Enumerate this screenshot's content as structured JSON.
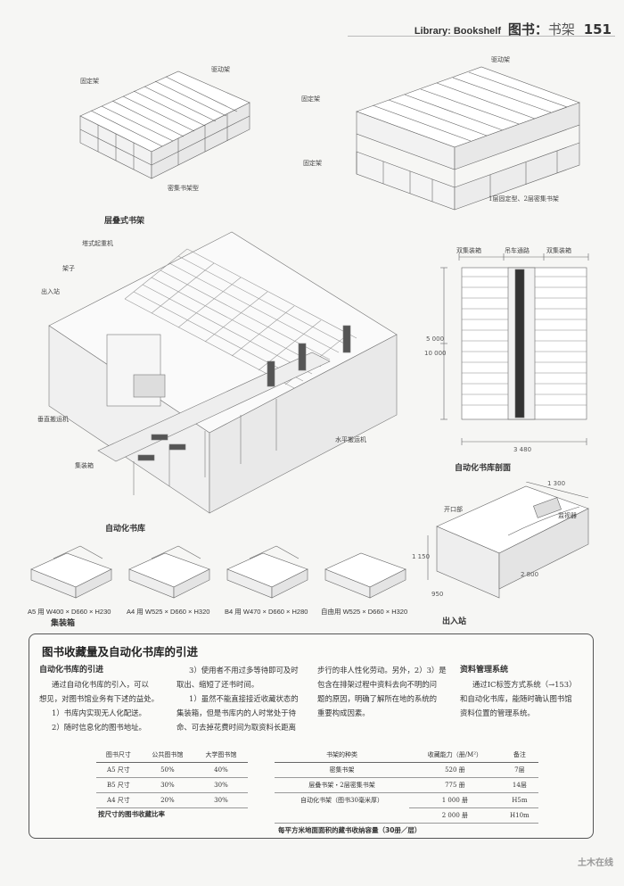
{
  "header": {
    "en": "Library: Bookshelf",
    "cn_bold": "图书：",
    "cn": "书架",
    "page": "151"
  },
  "top": {
    "left_labels": {
      "fixed": "固定架",
      "drive": "驱动架",
      "caption": "密集书架型"
    },
    "right_labels": {
      "fixed_top": "固定架",
      "drive": "驱动架",
      "fixed_bottom": "固定架",
      "caption": "1层固定型、2层密集书架"
    },
    "title": "层叠式书架"
  },
  "auto": {
    "labels": {
      "crane": "塔式起重机",
      "rack": "架子",
      "port": "出入站",
      "vertical": "垂直搬运机",
      "horizontal": "水平搬运机",
      "container": "集装箱"
    },
    "title": "自动化书库"
  },
  "section": {
    "top_labels": [
      "双集装箱",
      "吊车通路",
      "双集装箱"
    ],
    "dim_h1": "5 000",
    "dim_h2": "10 000",
    "dim_w": "3 480",
    "title": "自动化书库剖面"
  },
  "containers": {
    "items": [
      {
        "prefix": "A5 用",
        "size": "W400 × D660 × H230"
      },
      {
        "prefix": "A4 用",
        "size": "W525 × D660 × H320"
      },
      {
        "prefix": "B4 用",
        "size": "W470 × D660 × H280"
      },
      {
        "prefix": "自由用",
        "size": "W525 × D660 × H320"
      }
    ],
    "title": "集装箱"
  },
  "station": {
    "labels": {
      "opening": "开口部",
      "monitor": "监视器"
    },
    "dims": {
      "top": "1 300",
      "height": "1 150",
      "width": "2 800",
      "depth": "950"
    },
    "title": "出入站"
  },
  "article": {
    "title": "图书收藏量及自动化书库的引进",
    "col1": {
      "heading": "自动化书库的引进",
      "lines": [
        "通过自动化书库的引入，可以",
        "想见，对图书馆业务有下述的益处。",
        "1）书库内实现无人化配送。",
        "2）随时信息化的图书地址。"
      ]
    },
    "col2": {
      "lines": [
        "3）使用者不用过多等待即可及时",
        "取出、缩短了还书时间。",
        "1）虽然不能直接接近收藏状态的",
        "集装箱，但是书库内的人时常处于待",
        "命、可去掉花费时间为取资料长距离"
      ]
    },
    "col3": {
      "lines": [
        "步行的非人性化劳动。另外，2）3）是",
        "包含在排架过程中资料去向不明的问",
        "题的原因，明确了解所在地的系统的",
        "重要构成因素。"
      ]
    },
    "col4": {
      "heading": "资料管理系统",
      "lines": [
        "通过IC标签方式系统（→153）",
        "和自动化书库，能随时确认图书馆",
        "资料位置的管理系统。"
      ]
    }
  },
  "table1": {
    "headers": [
      "图书尺寸",
      "公共图书馆",
      "大学图书馆"
    ],
    "rows": [
      [
        "A5 尺寸",
        "50%",
        "40%"
      ],
      [
        "B5 尺寸",
        "30%",
        "30%"
      ],
      [
        "A4 尺寸",
        "20%",
        "30%"
      ]
    ],
    "caption": "按尺寸的图书收藏比率"
  },
  "table2": {
    "headers": [
      "书架的种类",
      "收藏能力（册/M²）",
      "备注"
    ],
    "rows": [
      [
        "密集书架",
        "520 册",
        "7层"
      ],
      [
        "层叠书架・2层密集书架",
        "775 册",
        "14层"
      ],
      [
        "自动化书架（图书30毫米厚）",
        "1 000 册",
        "H5m"
      ],
      [
        "",
        "2 000 册",
        "H10m"
      ]
    ],
    "caption": "每平方米地面面积的藏书收纳容量（30册／层）"
  },
  "logo": {
    "text": "土木在线"
  }
}
